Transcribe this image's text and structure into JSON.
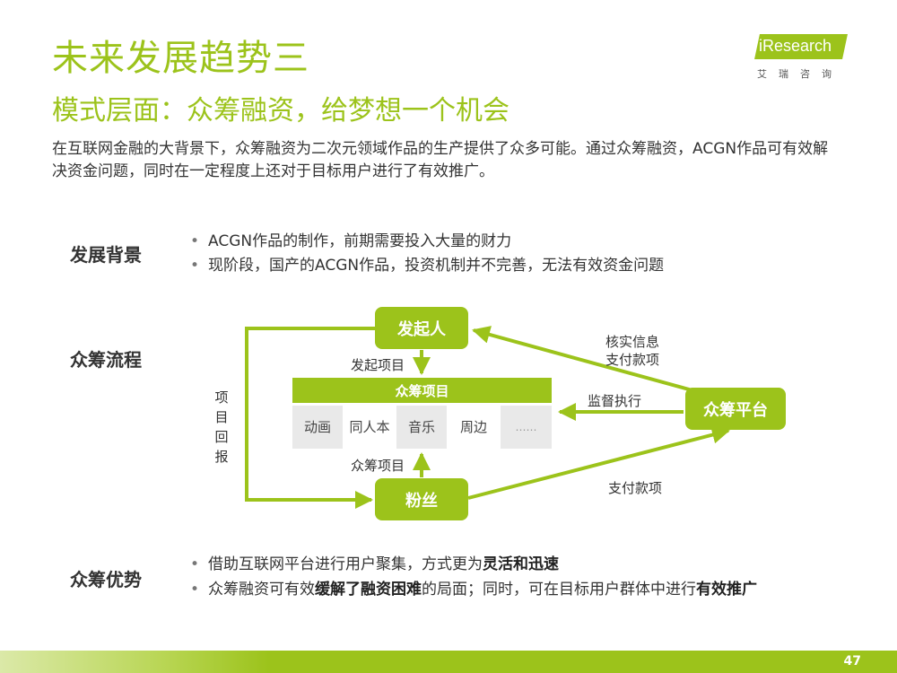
{
  "header": {
    "title": "未来发展趋势三",
    "subtitle": "模式层面：众筹融资，给梦想一个机会",
    "intro": "在互联网金融的大背景下，众筹融资为二次元领域作品的生产提供了众多可能。通过众筹融资，ACGN作品可有效解决资金问题，同时在一定程度上还对于目标用户进行了有效推广。"
  },
  "logo": {
    "text": "iResearch",
    "cn": "艾瑞咨询"
  },
  "sections": {
    "background": {
      "label": "发展背景",
      "bullets": [
        "ACGN作品的制作，前期需要投入大量的财力",
        "现阶段，国产的ACGN作品，投资机制并不完善，无法有效资金问题"
      ]
    },
    "process": {
      "label": "众筹流程"
    },
    "advantage": {
      "label": "众筹优势",
      "bullet1": {
        "pre": "借助互联网平台进行用户聚集，方式更为",
        "bold": "灵活和迅速"
      },
      "bullet2": {
        "pre": "众筹融资可有效",
        "bold1": "缓解了融资困难",
        "mid": "的局面；同时，可在目标用户群体中进行",
        "bold2": "有效推广"
      }
    }
  },
  "diagram": {
    "initiator": "发起人",
    "fans": "粉丝",
    "platform": "众筹平台",
    "project_bar": "众筹项目",
    "categories": [
      "动画",
      "同人本",
      "音乐",
      "周边",
      "……"
    ],
    "labels": {
      "launch_project": "发起项目",
      "crowdfund_project": "众筹项目",
      "verify_info": "核实信息",
      "pay_funds_top": "支付款项",
      "supervise": "监督执行",
      "pay_funds_bottom": "支付款项",
      "project_return": "项目回报"
    }
  },
  "footer": {
    "page_number": "47"
  },
  "colors": {
    "brand_green": "#9cc31b",
    "cell_gray": "#e9e9e9"
  }
}
